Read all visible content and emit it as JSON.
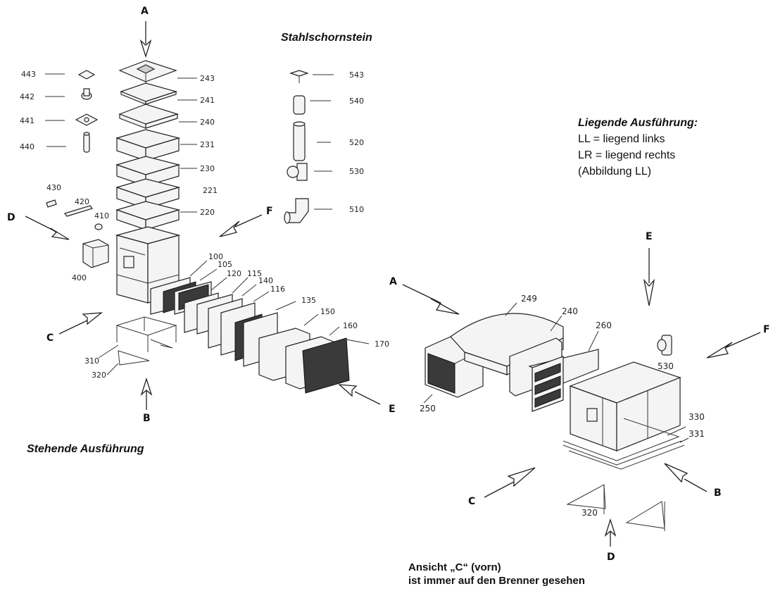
{
  "titles": {
    "steel_chimney": "Stahlschornstein",
    "lying_version": "Liegende Ausführung:",
    "standing_version": "Stehende Ausführung"
  },
  "lying_notes": {
    "ll": "LL = liegend links",
    "lr": "LR = liegend rechts",
    "figure": "(Abbildung LL)"
  },
  "footer": {
    "line1": "Ansicht „C“ (vorn)",
    "line2": "ist immer auf den Brenner gesehen"
  },
  "directions": {
    "A": "A",
    "B": "B",
    "C": "C",
    "D": "D",
    "E": "E",
    "F": "F"
  },
  "part_numbers": {
    "p443": "443",
    "p442": "442",
    "p441": "441",
    "p440": "440",
    "p430": "430",
    "p420": "420",
    "p410": "410",
    "p400": "400",
    "p243": "243",
    "p241": "241",
    "p240": "240",
    "p231": "231",
    "p230": "230",
    "p221": "221",
    "p220": "220",
    "p543": "543",
    "p540": "540",
    "p520": "520",
    "p530": "530",
    "p510": "510",
    "p100": "100",
    "p105": "105",
    "p120": "120",
    "p115": "115",
    "p140": "140",
    "p116": "116",
    "p135": "135",
    "p150": "150",
    "p160": "160",
    "p170": "170",
    "p310": "310",
    "p320": "320",
    "p249": "249",
    "p250": "250",
    "p260": "260",
    "p330": "330",
    "p331": "331"
  }
}
